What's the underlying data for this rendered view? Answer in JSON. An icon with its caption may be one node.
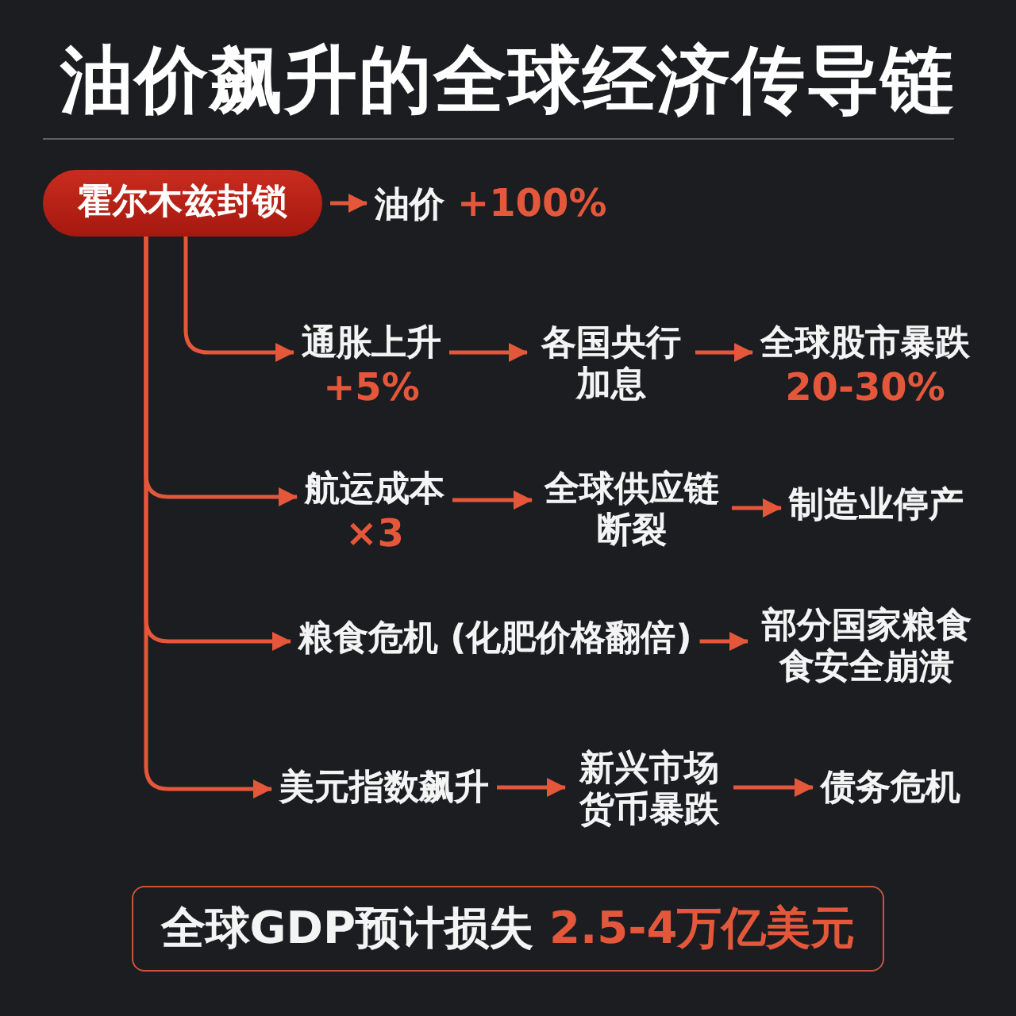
{
  "diagram": {
    "title": "油价飙升的全球经济传导链",
    "nodes": [
      {
        "text": [
          "霍尔木兹封锁"
        ]
      },
      {
        "text": [
          "油价",
          "+100%"
        ]
      },
      {
        "text": [
          "通胀上升",
          "+5%"
        ]
      },
      {
        "text": [
          "各国央行加息"
        ]
      },
      {
        "text": [
          "全球股市暴跌",
          "20-30%"
        ]
      },
      {
        "text": [
          "航运成本",
          "×3"
        ]
      },
      {
        "text": [
          "全球供应链断裂"
        ]
      },
      {
        "text": [
          "制造业停产"
        ]
      },
      {
        "text": [
          "粮食危机 (化肥价格翻倍)"
        ]
      },
      {
        "text": [
          "部分国家粮食食安全崩溃"
        ]
      },
      {
        "text": [
          "美元指数飙升"
        ]
      },
      {
        "text": [
          "新兴市场货币暴跌"
        ]
      },
      {
        "text": [
          "债务危机"
        ]
      },
      {
        "text": [
          "全球GDP预计损失",
          "2.5-4万亿美元"
        ]
      }
    ],
    "edges": [
      {
        "from": 0,
        "to": 1,
        "arrow": "to"
      },
      {
        "from": 0,
        "to": 2,
        "arrow": "to"
      },
      {
        "from": 2,
        "to": 3,
        "arrow": "to"
      },
      {
        "from": 3,
        "to": 4,
        "arrow": "to"
      },
      {
        "from": 0,
        "to": 5,
        "arrow": "to"
      },
      {
        "from": 5,
        "to": 6,
        "arrow": "to"
      },
      {
        "from": 6,
        "to": 7,
        "arrow": "to"
      },
      {
        "from": 0,
        "to": 8,
        "arrow": "to"
      },
      {
        "from": 8,
        "to": 9,
        "arrow": "to"
      },
      {
        "from": 0,
        "to": 10,
        "arrow": "to"
      },
      {
        "from": 10,
        "to": 11,
        "arrow": "to"
      },
      {
        "from": 11,
        "to": 12,
        "arrow": "to"
      }
    ]
  }
}
